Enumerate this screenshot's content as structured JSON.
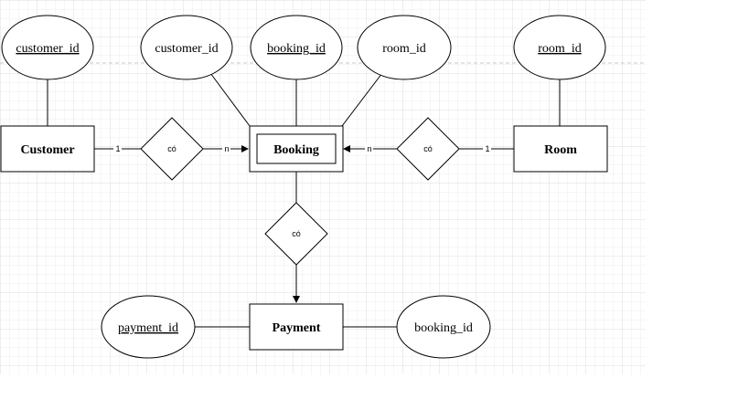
{
  "entities": {
    "customer": "Customer",
    "booking": "Booking",
    "room": "Room",
    "payment": "Payment"
  },
  "attributes": {
    "customer_customer_id": "customer_id",
    "booking_customer_id": "customer_id",
    "booking_booking_id": "booking_id",
    "booking_room_id": "room_id",
    "room_room_id": "room_id",
    "payment_payment_id": "payment_id",
    "payment_booking_id": "booking_id"
  },
  "relationships": {
    "customer_booking": "có",
    "room_booking": "có",
    "booking_payment": "có"
  },
  "cardinality": {
    "customer_side": "1",
    "booking_from_customer": "n",
    "booking_from_room": "n",
    "room_side": "1"
  }
}
